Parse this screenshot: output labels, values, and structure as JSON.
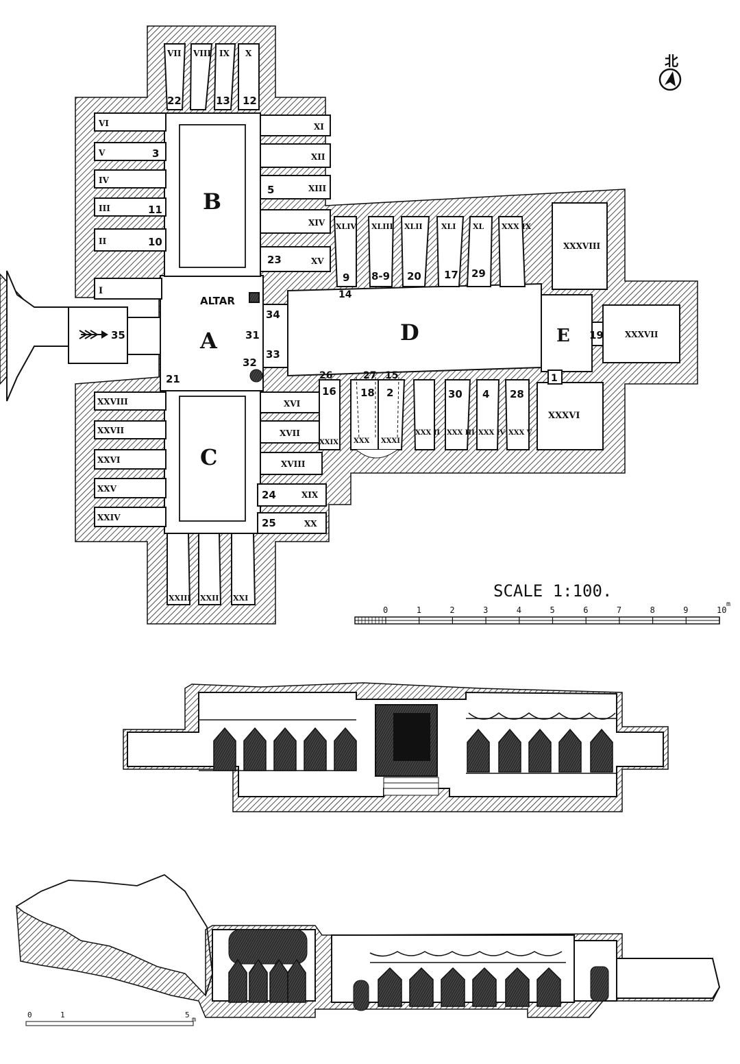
{
  "north": {
    "char": "北"
  },
  "halls": {
    "a": "A",
    "b": "B",
    "c": "C",
    "d": "D",
    "e": "E"
  },
  "altar": "ALTAR",
  "scale": {
    "title": "SCALE 1:100.",
    "ticks": [
      "0",
      "1",
      "2",
      "3",
      "4",
      "5",
      "6",
      "7",
      "8",
      "9",
      "10"
    ],
    "unit": "m"
  },
  "scale2": {
    "ticks": [
      "0",
      "1",
      "5"
    ],
    "unit": "m"
  },
  "cells_top": [
    "VII",
    "VIII",
    "IX",
    "X"
  ],
  "nums_top": [
    "22",
    "13",
    "12"
  ],
  "cells_left_b": [
    "VI",
    "V",
    "IV",
    "III",
    "II"
  ],
  "nums_left_b": [
    "3",
    "11",
    "10"
  ],
  "cells_right_b": [
    "XI",
    "XII",
    "XIII",
    "XIV",
    "XV"
  ],
  "nums_right_b": [
    "5",
    "23"
  ],
  "cell_i": "I",
  "cells_d_top": [
    "XLIV",
    "XLIII",
    "XLII",
    "XLI",
    "XL",
    "XXX IX"
  ],
  "nums_d_top": [
    "9",
    "8-9",
    "20",
    "17",
    "29",
    "14"
  ],
  "cell_38": "XXXVIII",
  "cell_37": "XXXVII",
  "cell_36": "XXXVI",
  "nums_a": [
    "35",
    "34",
    "31",
    "33",
    "32",
    "21",
    "19",
    "1"
  ],
  "cells_left_c": [
    "XXVIII",
    "XXVII",
    "XXVI",
    "XXV",
    "XXIV"
  ],
  "cells_right_c": [
    "XVI",
    "XVII",
    "XVIII",
    "XIX",
    "XX"
  ],
  "nums_right_c": [
    "24",
    "25"
  ],
  "cells_d_bottom": [
    "XXIX",
    "XXX",
    "XXXI",
    "XXX II",
    "XXX III",
    "XXX IV",
    "XXX V"
  ],
  "nums_d_bottom": [
    "26",
    "27",
    "15",
    "16",
    "18",
    "2",
    "30",
    "4",
    "28"
  ],
  "cells_bottom": [
    "XXIII",
    "XXII",
    "XXI"
  ]
}
